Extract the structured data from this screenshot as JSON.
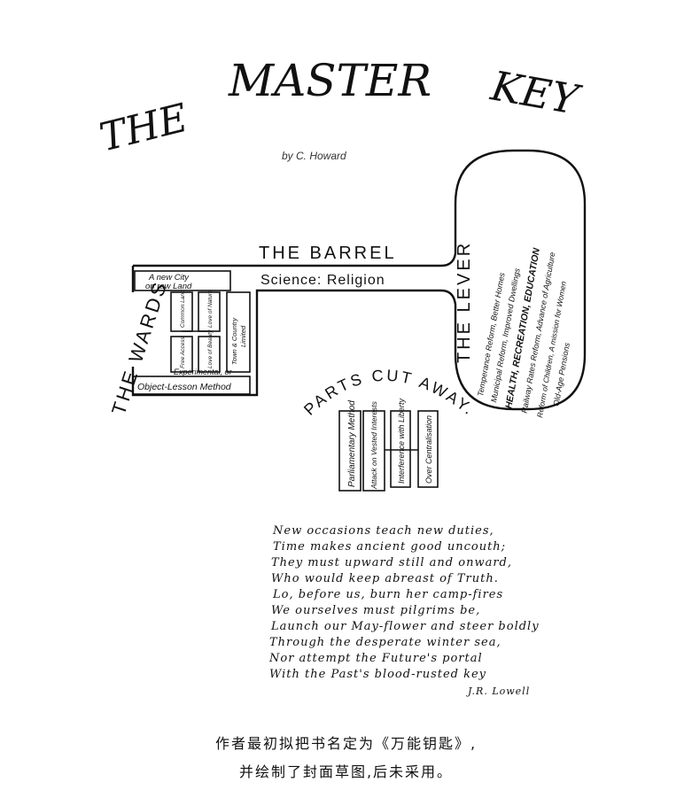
{
  "title": {
    "the": "THE",
    "master": "MASTER",
    "key": "KEY",
    "signature": "by C. Howard"
  },
  "labels": {
    "barrel": "THE BARREL",
    "science_religion": "Science: Religion",
    "wards": "THE WARDS",
    "lever": "THE LEVER",
    "parts_cut_away": "PARTS CUT AWAY."
  },
  "wards": {
    "new_city": "A new City",
    "raw_land": "on raw Land",
    "common_land": "Common Land",
    "love_of_nature": "Love of Nature",
    "town_country": "Town & Country",
    "limited": "Limited",
    "free_access": "Free Access",
    "love_of_beauty": "Love of Beauty",
    "experimental": "Experimental, or",
    "object_lesson": "Object-Lesson Method"
  },
  "lever_lines": [
    "Temperance Reform, Better Homes",
    "Municipal Reform, Improved Dwellings",
    "HEALTH, RECREATION, EDUCATION",
    "Railway Rates Reform, Advance of Agriculture",
    "Reform of Children, A mission for Women",
    "Old-Age Pensions"
  ],
  "cut_away": {
    "parliamentary": "Parliamentary Method",
    "attack": "Attack on Vested Interests",
    "interference": "Interference with Liberty",
    "centralisation": "Over Centralisation"
  },
  "poem": [
    "New occasions teach new duties,",
    "Time makes ancient good uncouth;",
    "They must upward still and onward,",
    "Who would keep abreast of Truth.",
    "Lo, before us, burn her camp-fires",
    "We ourselves must pilgrims be,",
    "Launch our May-flower and steer boldly",
    "Through the desperate winter sea,",
    "Nor attempt the Future's portal",
    "With the Past's blood-rusted key"
  ],
  "poem_author": "J.R. Lowell",
  "caption": [
    "作者最初拟把书名定为《万能钥匙》,",
    "并绘制了封面草图,后未采用。"
  ]
}
